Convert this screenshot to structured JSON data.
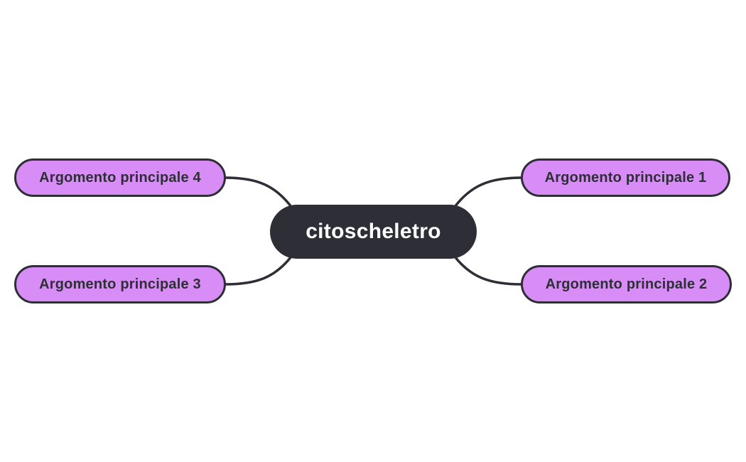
{
  "mindmap": {
    "center": {
      "label": "citoscheletro"
    },
    "nodes": [
      {
        "label": "Argomento principale 1",
        "position": "top-right"
      },
      {
        "label": "Argomento principale 2",
        "position": "bottom-right"
      },
      {
        "label": "Argomento principale 3",
        "position": "bottom-left"
      },
      {
        "label": "Argomento principale 4",
        "position": "top-left"
      }
    ],
    "colors": {
      "background": "#ffffff",
      "center_fill": "#2e2f36",
      "center_text": "#ffffff",
      "branch_fill": "#d78df5",
      "outline": "#2e2f36",
      "branch_text": "#2e2f36",
      "connector": "#2e2f36"
    }
  }
}
